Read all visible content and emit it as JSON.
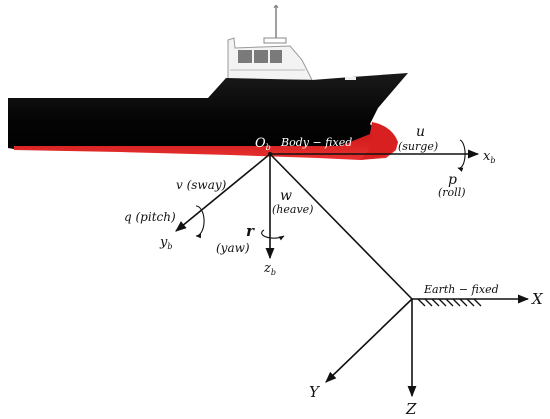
{
  "labels": {
    "origin_main": "O",
    "origin_sub": "b",
    "body_frame": "Body − fixed",
    "earth_frame": "Earth − fixed",
    "u": "u",
    "surge": "(surge)",
    "xb_main": "x",
    "xb_sub": "b",
    "p": "p",
    "roll": "(roll)",
    "v_sway": "v (sway)",
    "q_pitch": "q (pitch)",
    "yb_main": "y",
    "yb_sub": "b",
    "w": "w",
    "heave": "(heave)",
    "r": "r",
    "yaw": "(yaw)",
    "zb_main": "z",
    "zb_sub": "b",
    "X": "X",
    "Y": "Y",
    "Z": "Z"
  },
  "colors": {
    "hull_upper": "#0a0a0a",
    "hull_lower": "#d61a1a",
    "cabin": "#f2f2f2",
    "axis": "#111111"
  }
}
